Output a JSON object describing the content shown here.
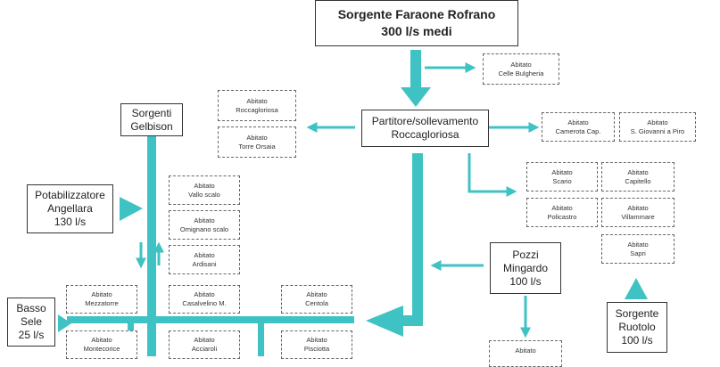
{
  "colors": {
    "flow": "#3fc2c4",
    "box_border": "#333333",
    "dashed_border": "#666666"
  },
  "source_rofrano": {
    "name": "Sorgente Faraone Rofrano",
    "flow": "300 l/s medi"
  },
  "celle": {
    "type": "Abitato",
    "name": "Celle Bulgheria"
  },
  "partitore": {
    "line1": "Partitore/sollevamento",
    "line2": "Roccagloriosa"
  },
  "roccagloriosa": {
    "type": "Abitato",
    "name": "Roccagloriosa"
  },
  "torre_orsaia": {
    "type": "Abitato",
    "name": "Torre Orsaia"
  },
  "camerota": {
    "type": "Abitato",
    "name": "Camerota Cap."
  },
  "san_giovanni": {
    "type": "Abitato",
    "name": "S. Giovanni a Piro"
  },
  "scario": {
    "type": "Abitato",
    "name": "Scario"
  },
  "capitello": {
    "type": "Abitato",
    "name": "Capitello"
  },
  "policastro": {
    "type": "Abitato",
    "name": "Policastro"
  },
  "villammare": {
    "type": "Abitato",
    "name": "Villammare"
  },
  "sapri": {
    "type": "Abitato",
    "name": "Sapri"
  },
  "gelbison": {
    "line1": "Sorgenti",
    "line2": "Gelbison"
  },
  "potabilizzatore": {
    "line1": "Potabilizzatore",
    "line2": "Angellara",
    "line3": "130 l/s"
  },
  "vallo": {
    "type": "Abitato",
    "name": "Vallo scalo"
  },
  "omignano": {
    "type": "Abitato",
    "name": "Omignano scalo"
  },
  "ardisani": {
    "type": "Abitato",
    "name": "Ardisani"
  },
  "pozzi": {
    "line1": "Pozzi",
    "line2": "Mingardo",
    "line3": "100 l/s"
  },
  "basso_sele": {
    "line1": "Basso",
    "line2": "Sele",
    "line3": "25 l/s"
  },
  "mezzatorre": {
    "type": "Abitato",
    "name": "Mezzatorre"
  },
  "casalvelino": {
    "type": "Abitato",
    "name": "Casalvelino M."
  },
  "centola": {
    "type": "Abitato",
    "name": "Centola"
  },
  "montecorice": {
    "type": "Abitato",
    "name": "Montecorice"
  },
  "acciaroli": {
    "type": "Abitato",
    "name": "Acciaroli"
  },
  "pisciotta": {
    "type": "Abitato",
    "name": "Pisciotta"
  },
  "abitato_bottom": {
    "type": "Abitato"
  },
  "sorgente_ruotolo": {
    "line1": "Sorgente",
    "line2": "Ruotolo",
    "line3": "100 l/s"
  }
}
